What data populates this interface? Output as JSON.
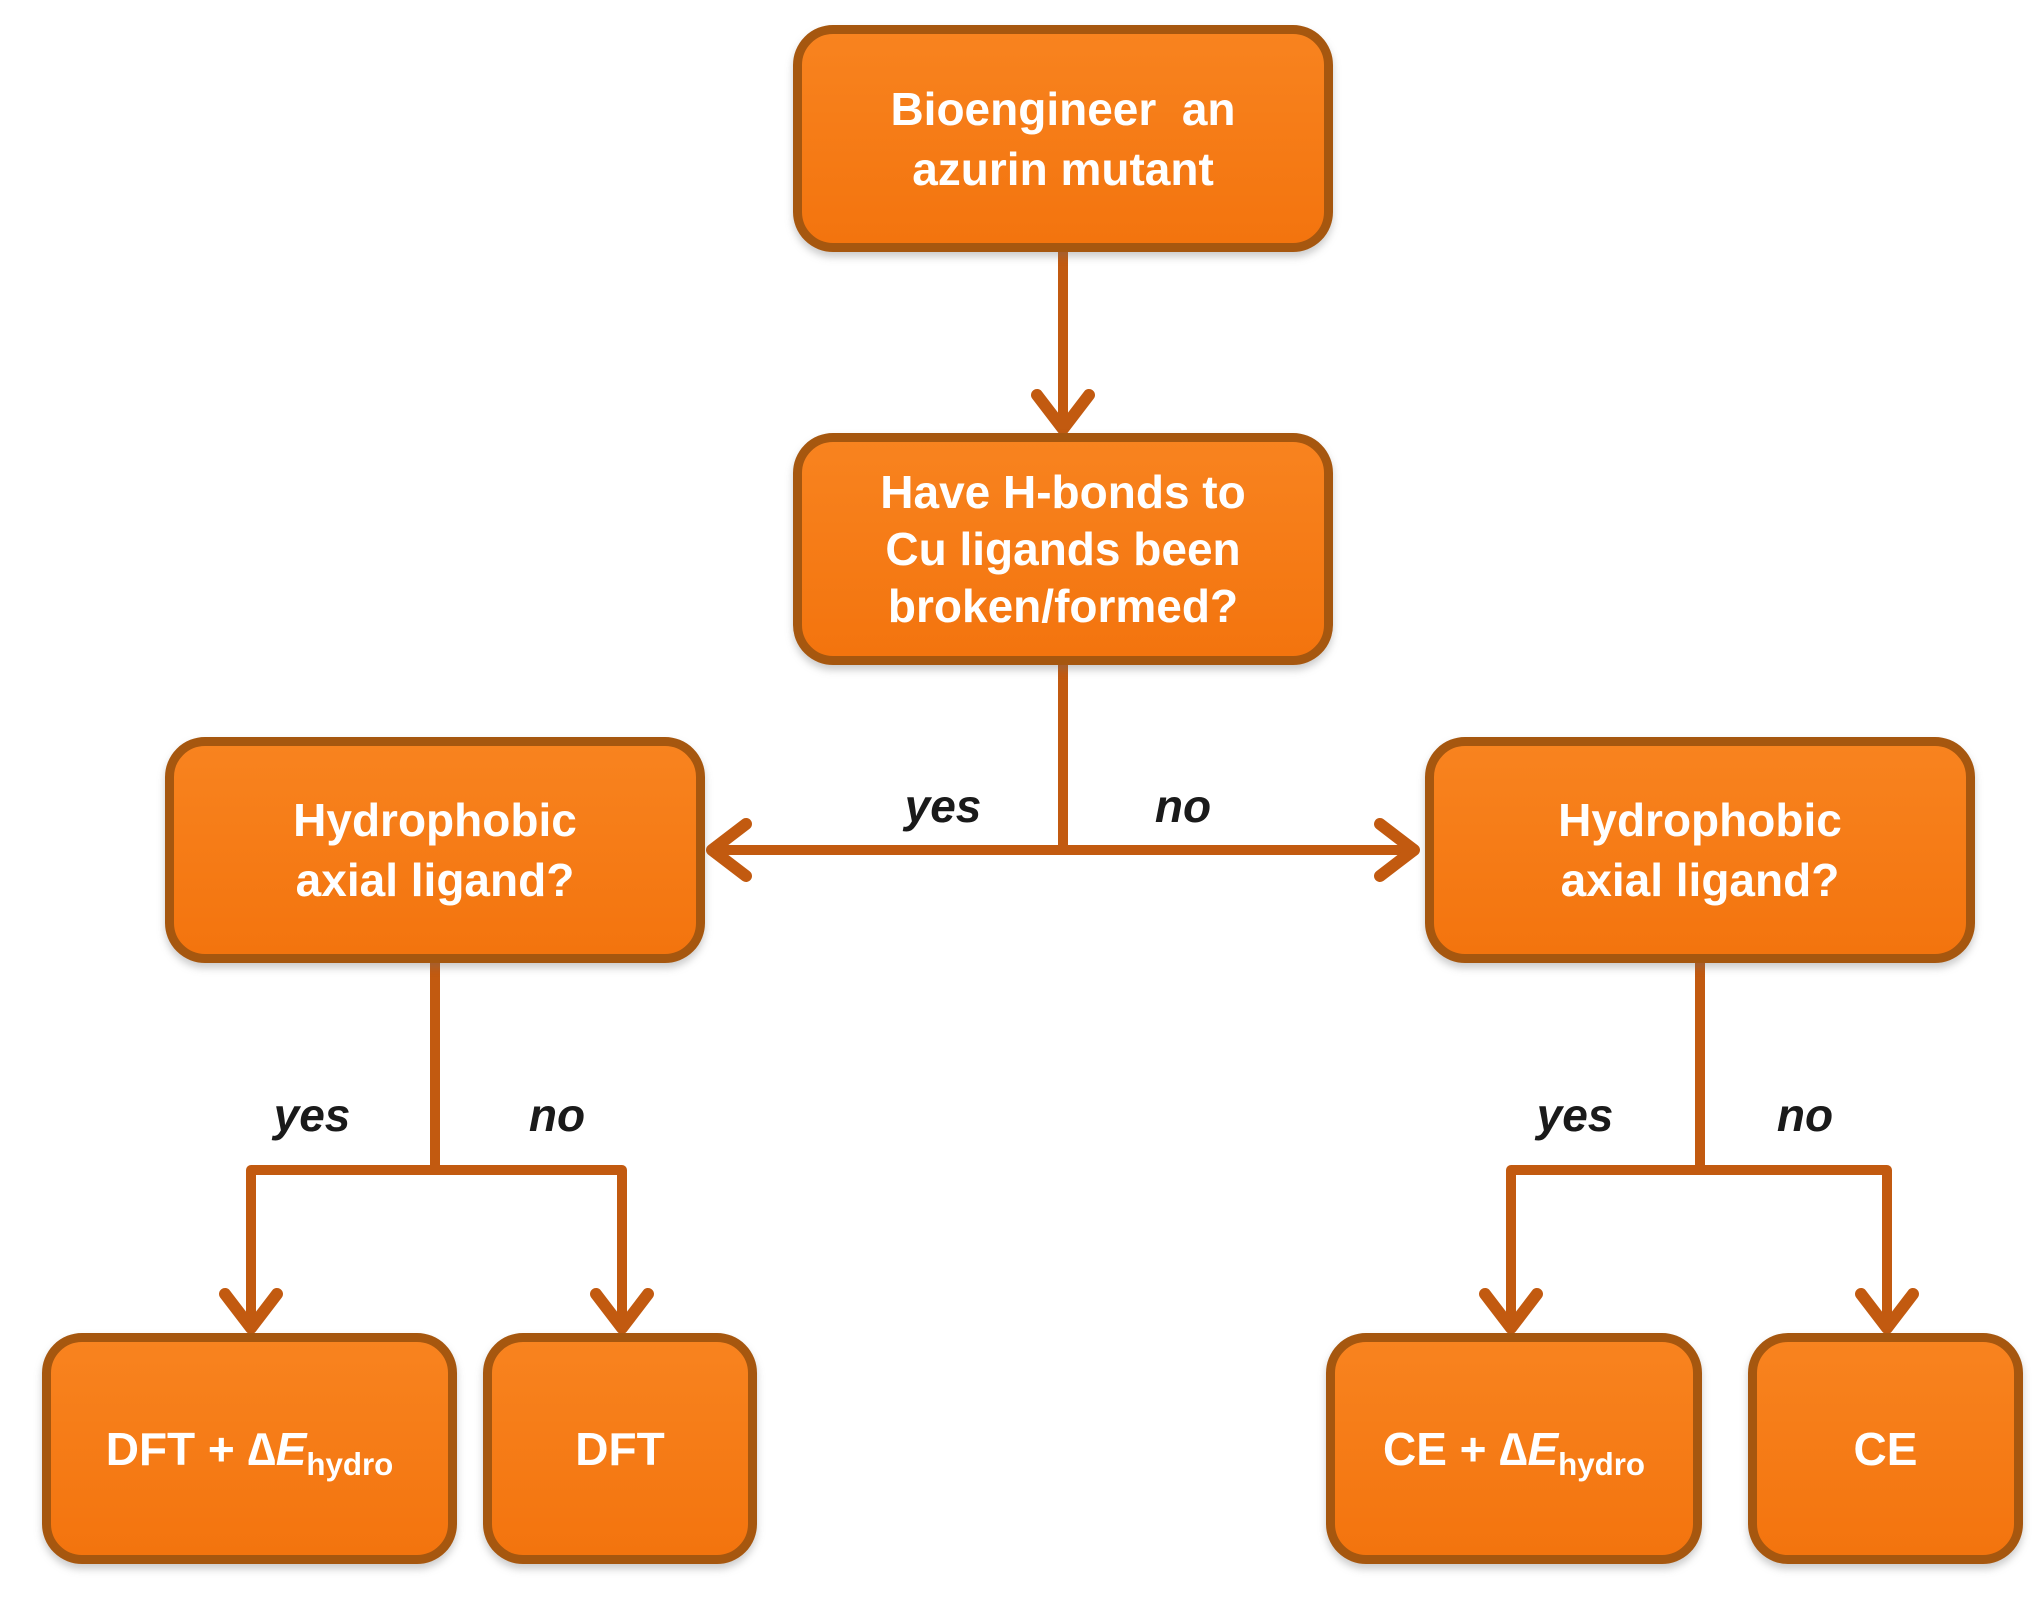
{
  "diagram": {
    "colors": {
      "box_fill_top": "#f8831f",
      "box_fill": "#f3740e",
      "box_border": "#a6570f",
      "connector": "#c25a10",
      "box_text": "#ffffff",
      "label_text": "#1a1a1a",
      "page_bg": "#ffffff"
    },
    "nodes": {
      "start": {
        "lines": [
          "Bioengineer  an",
          "azurin mutant"
        ]
      },
      "q_hbonds": {
        "lines": [
          "Have H-bonds to",
          "Cu ligands been",
          "broken/formed?"
        ]
      },
      "q_hydro_left": {
        "lines": [
          "Hydrophobic",
          "axial ligand?"
        ]
      },
      "q_hydro_right": {
        "lines": [
          "Hydrophobic",
          "axial ligand?"
        ]
      },
      "result_dft_hydro": {
        "prefix": "DFT + ∆",
        "var": "E",
        "sub": "hydro"
      },
      "result_dft": {
        "label": "DFT"
      },
      "result_ce_hydro": {
        "prefix": "CE + ∆",
        "var": "E",
        "sub": "hydro"
      },
      "result_ce": {
        "label": "CE"
      }
    },
    "edge_labels": {
      "top_yes": "yes",
      "top_no": "no",
      "left_yes": "yes",
      "left_no": "no",
      "right_yes": "yes",
      "right_no": "no"
    }
  }
}
